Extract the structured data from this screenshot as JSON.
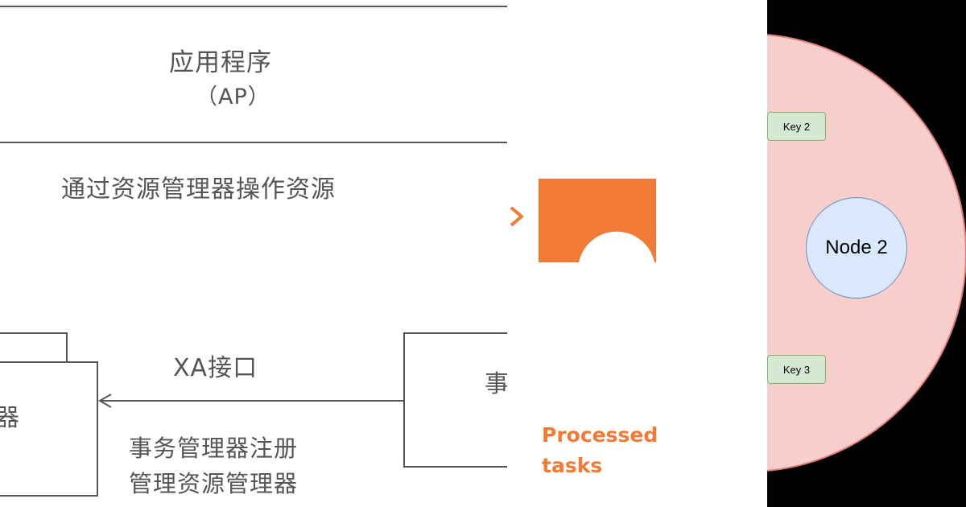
{
  "xa_diagram": {
    "app_title": "应用程序",
    "app_subtitle": "（AP）",
    "operate_label": "通过资源管理器操作资源",
    "interface_label": "XA接口",
    "register_line1": "事务管理器注册",
    "register_line2": "管理资源管理器",
    "clipped_left_glyph": "器",
    "clipped_right_glyph": "事"
  },
  "tasks_panel": {
    "label": "Processed tasks",
    "accent_color": "#f07a36"
  },
  "hash_ring": {
    "keys": [
      "Key 2",
      "Key 3"
    ],
    "node_label": "Node 2",
    "ring_color": "#f8cecc",
    "node_color": "#dae8fc",
    "key_color": "#d5e8d4",
    "background": "#000000"
  }
}
